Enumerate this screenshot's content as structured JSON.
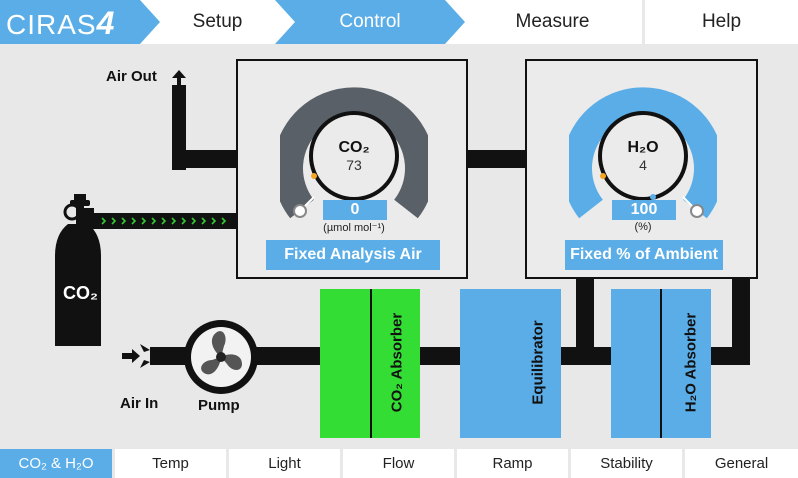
{
  "app": {
    "logo_text": "CIRAS",
    "logo_num": "4"
  },
  "nav": {
    "tabs": [
      {
        "label": "Setup"
      },
      {
        "label": "Control",
        "active": true
      },
      {
        "label": "Measure"
      },
      {
        "label": "Help"
      }
    ]
  },
  "diagram": {
    "air_out_label": "Air Out",
    "air_in_label": "Air In",
    "pump_label": "Pump",
    "cylinder_label": "CO₂",
    "co2_panel": {
      "gauge_name": "CO₂",
      "reading": "73",
      "setpoint": "0",
      "unit": "(µmol mol⁻¹)",
      "mode": "Fixed Analysis Air"
    },
    "h2o_panel": {
      "gauge_name": "H₂O",
      "reading": "4",
      "setpoint": "100",
      "unit": "(%)",
      "mode": "Fixed % of Ambient"
    },
    "co2_absorber_label": "CO₂ Absorber",
    "equilibrator_label": "Equilibrator",
    "h2o_absorber_label": "H₂O Absorber"
  },
  "bottom_tabs": [
    {
      "label": "CO₂ & H₂O",
      "active": true
    },
    {
      "label": "Temp"
    },
    {
      "label": "Light"
    },
    {
      "label": "Flow"
    },
    {
      "label": "Ramp"
    },
    {
      "label": "Stability"
    },
    {
      "label": "General"
    }
  ],
  "colors": {
    "accent": "#5aade7",
    "absorber_green": "#33dd33",
    "gauge_dark": "#5a6068",
    "gauge_blue": "#5aade7",
    "setpoint_marker": "#f5a623"
  },
  "icons": [
    "arrow-up-icon",
    "fan-icon",
    "air-intake-arrows-icon",
    "co2-cylinder-icon",
    "dial-handle-icon"
  ]
}
